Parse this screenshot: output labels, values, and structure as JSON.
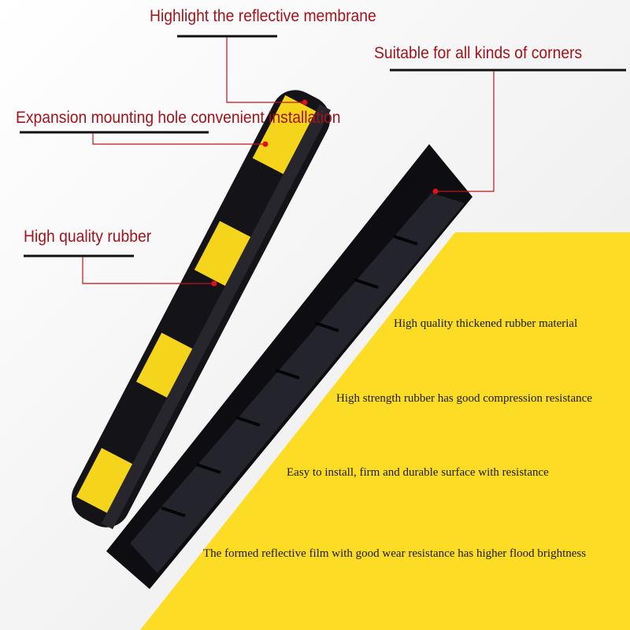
{
  "colors": {
    "accent_yellow": "#fcdc24",
    "rubber_black": "#141418",
    "label_red": "#a3131b",
    "background": "#f4f4f4"
  },
  "callouts": [
    {
      "label": "Highlight the reflective membrane"
    },
    {
      "label": "Suitable for all kinds of corners"
    },
    {
      "label": "Expansion mounting hole convenient installation"
    },
    {
      "label": "High quality rubber"
    }
  ],
  "features": [
    "High quality thickened rubber material",
    "High strength rubber has good compression resistance",
    "Easy to install, firm and durable surface with resistance",
    "The formed reflective film with good wear resistance has higher flood brightness"
  ]
}
